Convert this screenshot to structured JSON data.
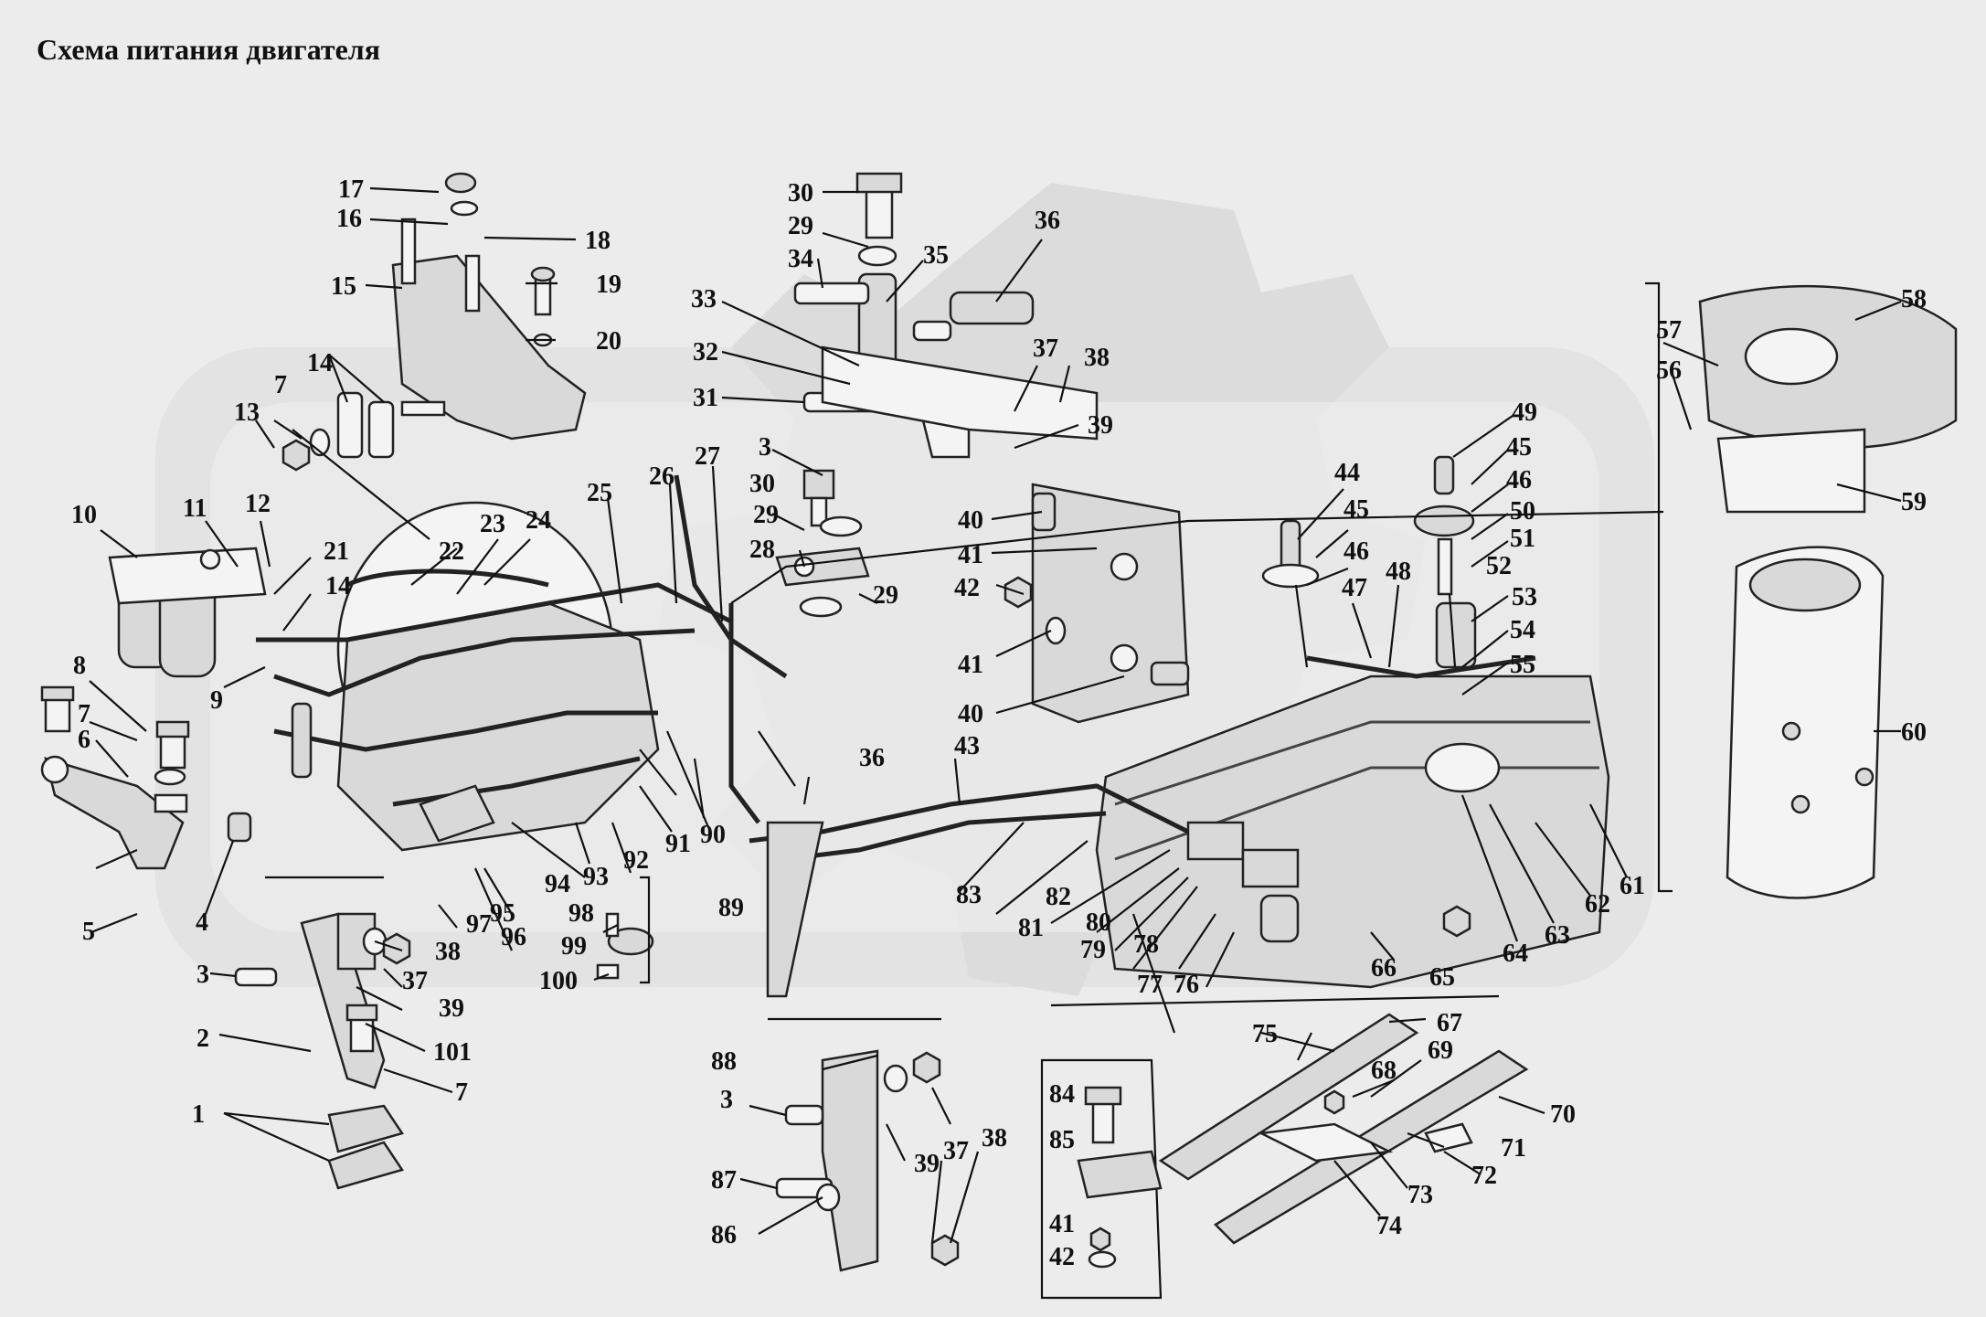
{
  "title": "Схема питания двигателя",
  "colors": {
    "background": "#ececec",
    "ink": "#111111",
    "watermark": "#dcdcdc"
  },
  "callouts": [
    "1",
    "2",
    "3",
    "4",
    "5",
    "6",
    "7",
    "8",
    "9",
    "10",
    "11",
    "12",
    "13",
    "14",
    "15",
    "16",
    "17",
    "18",
    "19",
    "20",
    "21",
    "22",
    "23",
    "24",
    "25",
    "26",
    "27",
    "28",
    "29",
    "30",
    "31",
    "32",
    "33",
    "34",
    "35",
    "36",
    "37",
    "38",
    "39",
    "40",
    "41",
    "42",
    "43",
    "44",
    "45",
    "46",
    "47",
    "48",
    "49",
    "50",
    "51",
    "52",
    "53",
    "54",
    "55",
    "56",
    "57",
    "58",
    "59",
    "60",
    "61",
    "62",
    "63",
    "64",
    "65",
    "66",
    "67",
    "68",
    "69",
    "70",
    "71",
    "72",
    "73",
    "74",
    "75",
    "76",
    "77",
    "78",
    "79",
    "80",
    "81",
    "82",
    "83",
    "84",
    "85",
    "86",
    "87",
    "88",
    "89",
    "90",
    "91",
    "92",
    "93",
    "94",
    "95",
    "96",
    "97",
    "98",
    "99",
    "100",
    "101"
  ]
}
